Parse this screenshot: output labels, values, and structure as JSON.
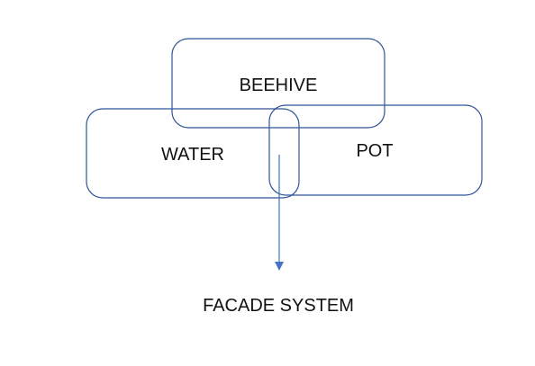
{
  "diagram": {
    "nodes": {
      "beehive": {
        "label": "BEEHIVE"
      },
      "water": {
        "label": "WATER"
      },
      "pot": {
        "label": "POT"
      }
    },
    "output": {
      "label": "FACADE SYSTEM"
    },
    "edges": [
      {
        "from": "water-pot-overlap",
        "to": "output"
      }
    ],
    "colors": {
      "outline": "#2f5597",
      "arrow": "#4472c4",
      "text": "#111111"
    }
  }
}
